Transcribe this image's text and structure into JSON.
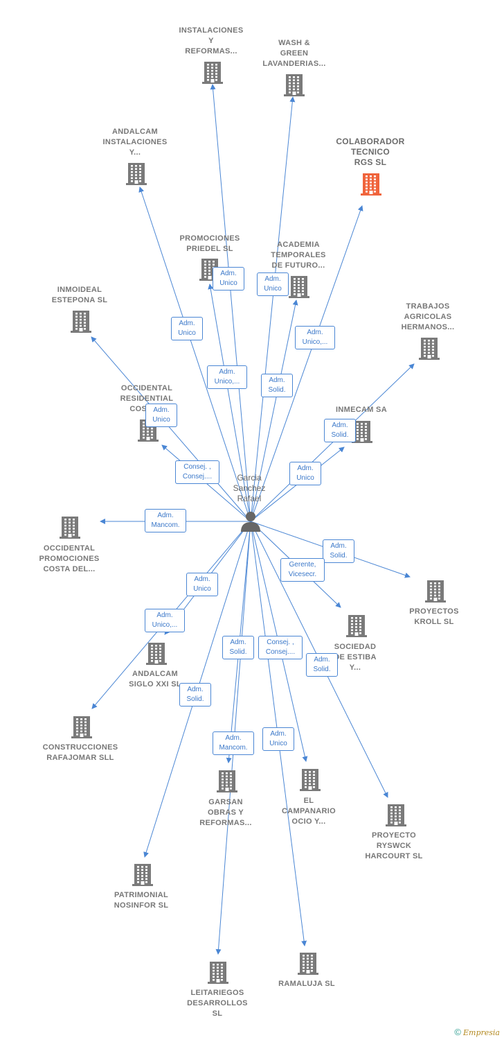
{
  "colors": {
    "edge": "#4a86d4",
    "building": "#7a7a7a",
    "highlight": "#f0643c",
    "person": "#666666"
  },
  "center": {
    "label": "Garcia\nSanchez\nRafael",
    "icon": "person-icon"
  },
  "companies": [
    {
      "id": "instalaciones",
      "label": "INSTALACIONES\nY\nREFORMAS...",
      "highlight": false
    },
    {
      "id": "wash",
      "label": "WASH &\nGREEN\nLAVANDERIAS...",
      "highlight": false
    },
    {
      "id": "andalcam_inst",
      "label": "ANDALCAM\nINSTALACIONES\nY...",
      "highlight": false
    },
    {
      "id": "colaborador",
      "label": "COLABORADOR\nTECNICO\nRGS  SL",
      "highlight": true
    },
    {
      "id": "priedel",
      "label": "PROMOCIONES\nPRIEDEL SL",
      "highlight": false
    },
    {
      "id": "academia",
      "label": "ACADEMIA\nTEMPORALES\nDE FUTURO...",
      "highlight": false
    },
    {
      "id": "inmoideal",
      "label": "INMOIDEAL\nESTEPONA  SL",
      "highlight": false
    },
    {
      "id": "trabajos",
      "label": "TRABAJOS\nAGRICOLAS\nHERMANOS...",
      "highlight": false
    },
    {
      "id": "occ_res",
      "label": "OCCIDENTAL\nRESIDENTIAL\nCOSTA...",
      "highlight": false
    },
    {
      "id": "inmecam",
      "label": "INMECAM SA",
      "highlight": false
    },
    {
      "id": "occ_prom",
      "label": "OCCIDENTAL\nPROMOCIONES\nCOSTA DEL...",
      "highlight": false
    },
    {
      "id": "kroll",
      "label": "PROYECTOS\nKROLL SL",
      "highlight": false
    },
    {
      "id": "estiba",
      "label": "SOCIEDAD\nDE ESTIBA\nY...",
      "highlight": false
    },
    {
      "id": "siglo",
      "label": "ANDALCAM\nSIGLO XXI  SL",
      "highlight": false
    },
    {
      "id": "rafajomar",
      "label": "CONSTRUCCIONES\nRAFAJOMAR SLL",
      "highlight": false
    },
    {
      "id": "garsan",
      "label": "GARSAN\nOBRAS Y\nREFORMAS...",
      "highlight": false
    },
    {
      "id": "campanario",
      "label": "EL\nCAMPANARIO\nOCIO Y...",
      "highlight": false
    },
    {
      "id": "ryswck",
      "label": "PROYECTO\nRYSWCK\nHARCOURT SL",
      "highlight": false
    },
    {
      "id": "nosinfor",
      "label": "PATRIMONIAL\nNOSINFOR SL",
      "highlight": false
    },
    {
      "id": "leitariegos",
      "label": "LEITARIEGOS\nDESARROLLOS\nSL",
      "highlight": false
    },
    {
      "id": "ramaluja",
      "label": "RAMALUJA  SL",
      "highlight": false
    }
  ],
  "relations": [
    {
      "target": "instalaciones",
      "label": "Adm.\nUnico"
    },
    {
      "target": "wash",
      "label": "Adm.\nUnico"
    },
    {
      "target": "andalcam_inst",
      "label": "Adm.\nUnico"
    },
    {
      "target": "colaborador",
      "label": "Adm.\nUnico,..."
    },
    {
      "target": "priedel",
      "label": "Adm.\nUnico,..."
    },
    {
      "target": "academia",
      "label": "Adm.\nSolid."
    },
    {
      "target": "inmoideal",
      "label": "Adm.\nUnico"
    },
    {
      "target": "trabajos",
      "label": "Adm.\nSolid."
    },
    {
      "target": "occ_res",
      "label": "Consej. ,\nConsej...."
    },
    {
      "target": "inmecam",
      "label": "Adm.\nUnico"
    },
    {
      "target": "occ_prom",
      "label": "Adm.\nMancom."
    },
    {
      "target": "kroll",
      "label": "Adm.\nSolid."
    },
    {
      "target": "estiba",
      "label": "Gerente,\nVicesecr."
    },
    {
      "target": "siglo",
      "label": "Adm.\nUnico,..."
    },
    {
      "target": "rafajomar",
      "label": "Adm.\nUnico"
    },
    {
      "target": "garsan",
      "label": "Adm.\nSolid."
    },
    {
      "target": "campanario",
      "label": "Consej. ,\nConsej...."
    },
    {
      "target": "ryswck",
      "label": "Adm.\nSolid."
    },
    {
      "target": "nosinfor",
      "label": "Adm.\nSolid."
    },
    {
      "target": "leitariegos",
      "label": "Adm.\nMancom."
    },
    {
      "target": "ramaluja",
      "label": "Adm.\nUnico"
    }
  ],
  "footer": {
    "copyright": "©",
    "brand": "Empresia"
  }
}
